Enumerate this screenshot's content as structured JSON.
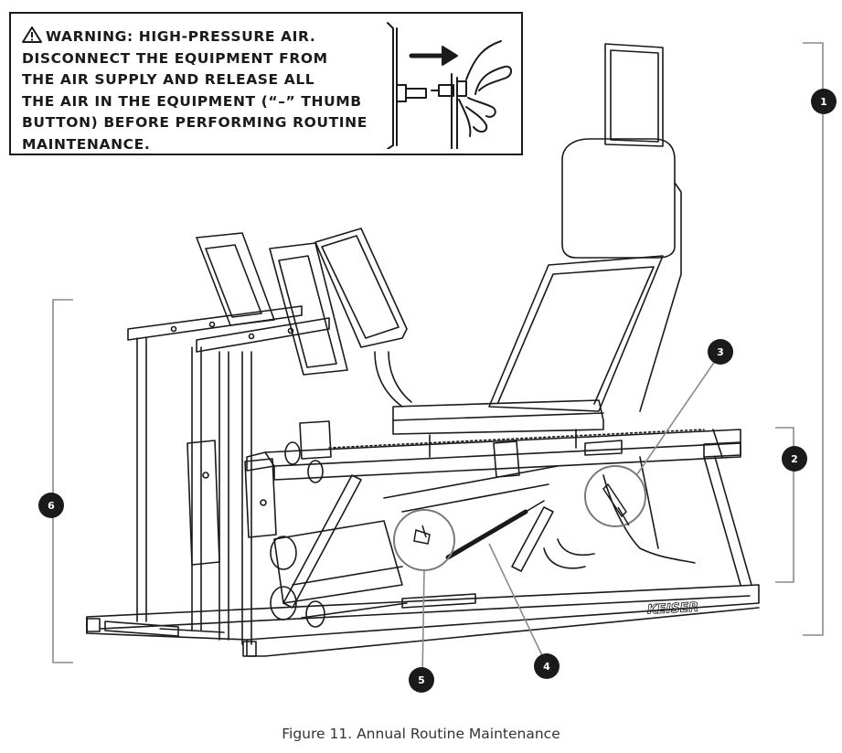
{
  "warning": {
    "lines": [
      "WARNING: HIGH-PRESSURE AIR.",
      "DISCONNECT THE EQUIPMENT FROM",
      "THE AIR SUPPLY AND RELEASE ALL",
      "THE AIR IN THE EQUIPMENT (“–” THUMB",
      "BUTTON) BEFORE PERFORMING ROUTINE",
      "MAINTENANCE."
    ],
    "icon": "warning-triangle-icon"
  },
  "callouts": [
    "1",
    "2",
    "3",
    "4",
    "5",
    "6"
  ],
  "brand_label": "KEISER",
  "caption": "Figure 11. Annual Routine Maintenance",
  "colors": {
    "ink": "#1a1a1a",
    "callout_fill": "#1a1a1a",
    "caption": "#333333"
  }
}
